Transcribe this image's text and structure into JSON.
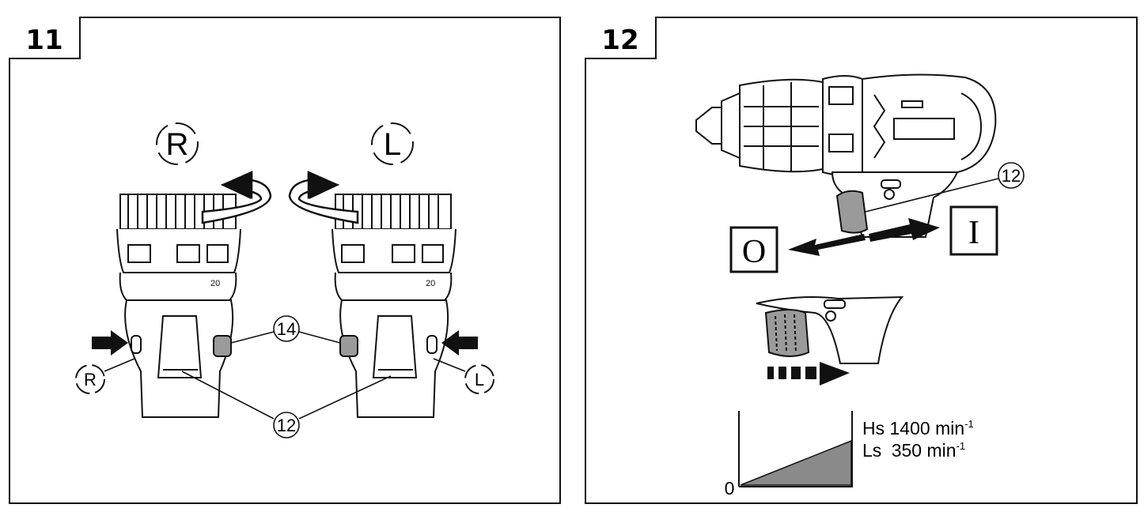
{
  "figures": [
    {
      "number": "11",
      "direction_symbols": {
        "right": "R",
        "left": "L"
      },
      "callouts": {
        "side_switch": "14",
        "trigger": "12"
      }
    },
    {
      "number": "12",
      "callout": "12",
      "off_symbol": "O",
      "on_symbol": "I",
      "speed_graph": {
        "origin_label": "0",
        "high": {
          "prefix": "Hs",
          "value": "1400",
          "unit": "min",
          "exponent": "-1"
        },
        "low": {
          "prefix": "Ls",
          "value": "350",
          "unit": "min",
          "exponent": "-1"
        }
      }
    }
  ],
  "colors": {
    "line": "#111111",
    "trigger_fill": "#9a9a9a",
    "graph_fill": "#8a8a8a"
  },
  "icons": [
    "rotation-arrow-icon",
    "direction-arrow-icon",
    "push-arrow-icon",
    "drill-icon",
    "trigger-icon"
  ]
}
